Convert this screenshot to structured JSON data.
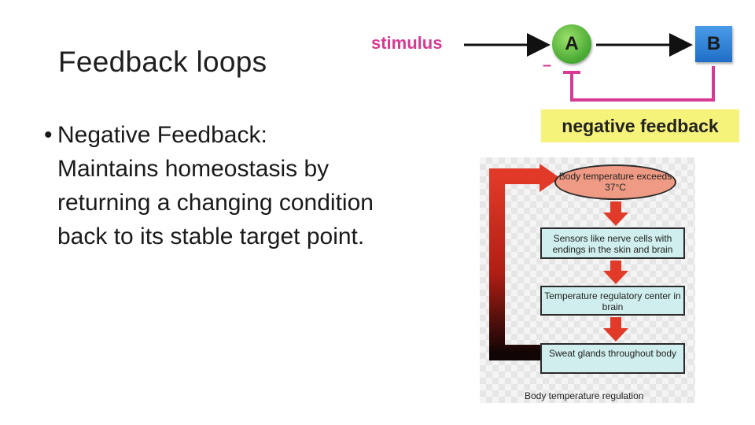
{
  "slide": {
    "title": "Feedback loops",
    "bullet_marker": "•",
    "bullet_text": "Negative Feedback: Maintains homeostasis by returning a changing condition back to its stable target point."
  },
  "loop_diagram": {
    "stimulus_label": "stimulus",
    "node_a": "A",
    "node_b": "B",
    "minus_sign": "–",
    "loop_label": "negative feedback",
    "colors": {
      "accent": "#d63a93",
      "node_a": "#46a832",
      "node_b": "#1f6fc7",
      "label_bg": "#f6f37a"
    }
  },
  "flowchart": {
    "start": "Body temperature exceeds 37°C",
    "steps": [
      "Sensors like nerve cells with endings in the skin and brain",
      "Temperature regulatory center in brain",
      "Sweat glands throughout body"
    ],
    "caption": "Body temperature regulation",
    "colors": {
      "arrow": "#e23a28",
      "oval": "#ef9a84",
      "box": "#cfeeed"
    }
  }
}
